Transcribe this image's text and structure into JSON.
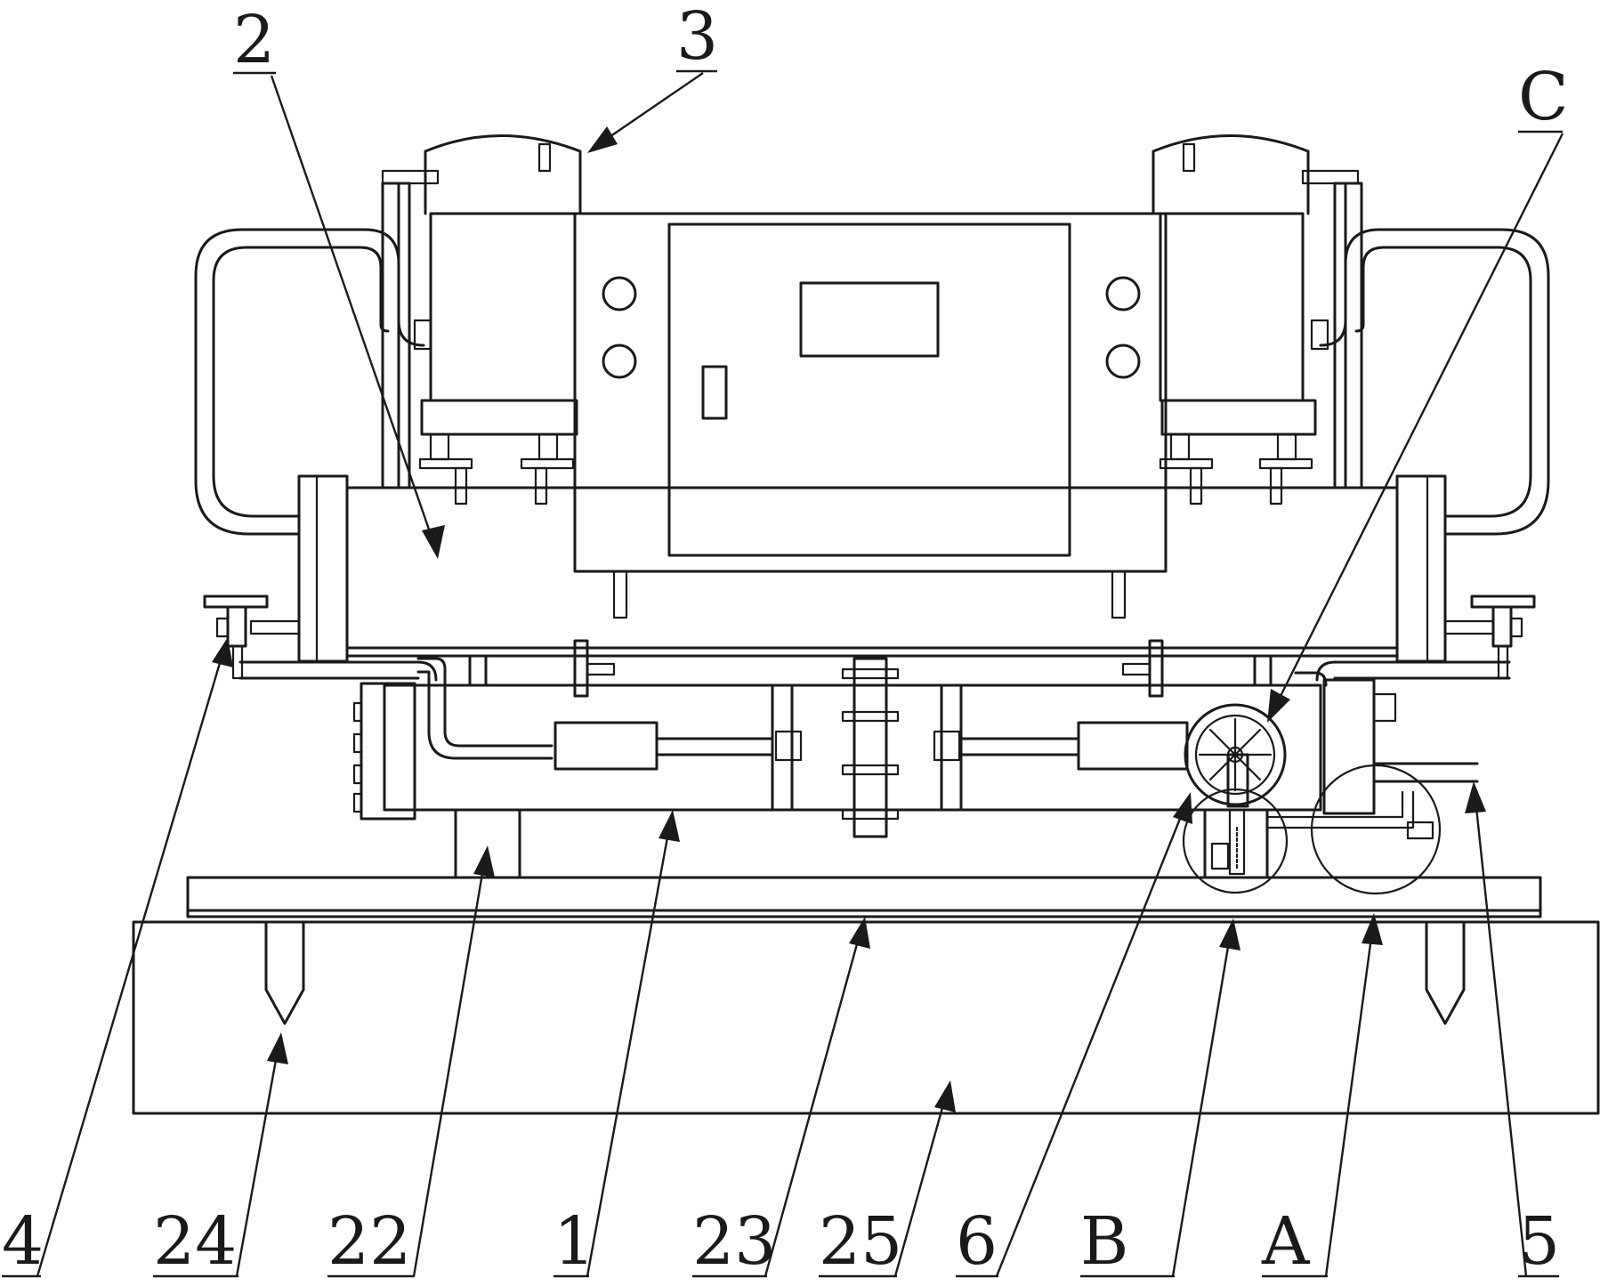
{
  "references": {
    "r1": "1",
    "r2": "2",
    "r3": "3",
    "r4": "4",
    "r5": "5",
    "r6": "6",
    "r22": "22",
    "r23": "23",
    "r24": "24",
    "r25": "25",
    "rA": "A",
    "rB": "B",
    "rC": "C"
  }
}
